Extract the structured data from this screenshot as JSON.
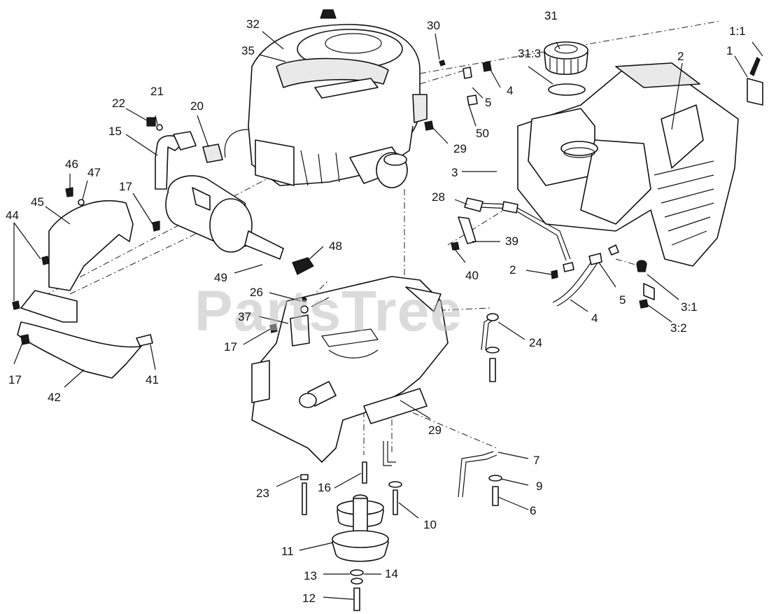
{
  "watermark": "PartsTree",
  "callouts": [
    "1:1",
    "1",
    "2",
    "31",
    "31:3",
    "30",
    "32",
    "35",
    "4",
    "5",
    "50",
    "29",
    "3",
    "21",
    "22",
    "20",
    "15",
    "46",
    "47",
    "45",
    "44",
    "17",
    "28",
    "39",
    "40",
    "2",
    "5",
    "4",
    "3:1",
    "3:2",
    "48",
    "49",
    "26",
    "37",
    "17",
    "24",
    "17",
    "42",
    "41",
    "29",
    "7",
    "9",
    "6",
    "23",
    "16",
    "10",
    "11",
    "13",
    "14",
    "12"
  ]
}
